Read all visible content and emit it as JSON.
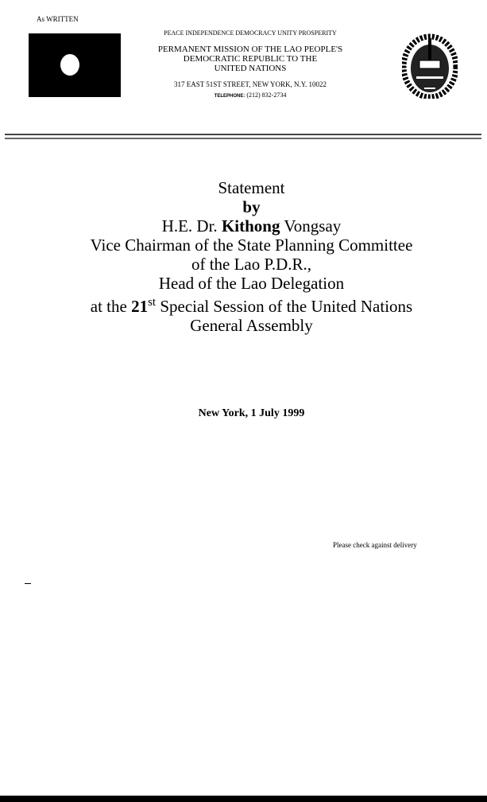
{
  "letterhead": {
    "stamp": "As WRITTEN",
    "motto": "PEACE INDEPENDENCE DEMOCRACY UNITY PROSPERITY",
    "mission_lines": [
      "PERMANENT MISSION OF THE LAO PEOPLE'S",
      "DEMOCRATIC REPUBLIC TO THE",
      "UNITED NATIONS"
    ],
    "address": "317 EAST 51ST STREET, NEW YORK, N.Y. 10022",
    "telephone_label": "TELEPHONE:",
    "telephone": "(212) 832-2734"
  },
  "statement": {
    "title": "Statement",
    "by": "by",
    "speaker_prefix": "H.E. Dr.",
    "speaker_first": "Kithong",
    "speaker_last": "Vongsay",
    "line3": "Vice Chairman of the State Planning Committee",
    "line4": "of the Lao P.D.R.,",
    "line5": "Head of the Lao Delegation",
    "line6_pre": "at the",
    "line6_num": "21",
    "line6_sup": "st",
    "line6_post": "Special Session of the United Nations",
    "line7": "General  Assembly"
  },
  "date": "New York, 1 July 1999",
  "note": "Please check against delivery"
}
